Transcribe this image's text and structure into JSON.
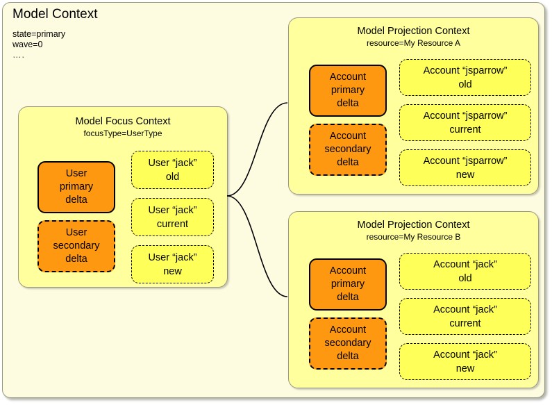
{
  "diagram": {
    "title": "Model Context",
    "properties": [
      "state=primary",
      "wave=0",
      "…."
    ]
  },
  "focus_context": {
    "title": "Model Focus Context",
    "subtitle": "focusType=UserType",
    "deltas": [
      {
        "label": "User\nprimary\ndelta",
        "style": "solid"
      },
      {
        "label": "User\nsecondary\ndelta",
        "style": "dashed"
      }
    ],
    "objects": [
      {
        "label": "User “jack”\nold"
      },
      {
        "label": "User “jack”\ncurrent"
      },
      {
        "label": "User “jack”\nnew"
      }
    ]
  },
  "projection_contexts": [
    {
      "title": "Model Projection Context",
      "subtitle": "resource=My Resource A",
      "deltas": [
        {
          "label": "Account\nprimary\ndelta",
          "style": "solid"
        },
        {
          "label": "Account\nsecondary\ndelta",
          "style": "dashed"
        }
      ],
      "objects": [
        {
          "label": "Account “jsparrow”\nold"
        },
        {
          "label": "Account “jsparrow”\ncurrent"
        },
        {
          "label": "Account “jsparrow”\nnew"
        }
      ]
    },
    {
      "title": "Model Projection Context",
      "subtitle": "resource=My Resource B",
      "deltas": [
        {
          "label": "Account\nprimary\ndelta",
          "style": "solid"
        },
        {
          "label": "Account\nsecondary\ndelta",
          "style": "dashed"
        }
      ],
      "objects": [
        {
          "label": "Account “jack”\nold"
        },
        {
          "label": "Account “jack”\ncurrent"
        },
        {
          "label": "Account “jack”\nnew"
        }
      ]
    }
  ],
  "colors": {
    "outer_background": "#fdfbe0",
    "context_background": "#ffff9e",
    "delta_fill": "#ff9811",
    "object_fill": "#ffff5a",
    "border": "#9a9a82",
    "connector": "#000000"
  }
}
